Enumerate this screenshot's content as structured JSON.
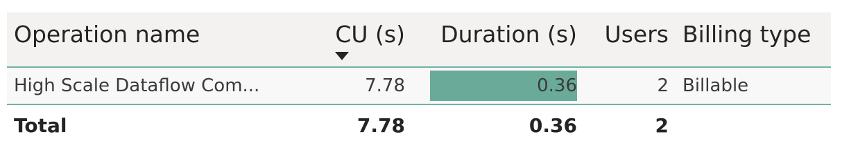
{
  "table": {
    "columns": [
      {
        "label": "Operation name"
      },
      {
        "label": "CU (s)",
        "sorted": "descending"
      },
      {
        "label": "Duration (s)"
      },
      {
        "label": "Users"
      },
      {
        "label": "Billing type"
      }
    ],
    "rows": [
      {
        "operation_name": "High Scale Dataflow Com...",
        "cu_s": "7.78",
        "duration_s": "0.36",
        "duration_fill_fraction": 1.0,
        "users": "2",
        "billing_type": "Billable"
      }
    ],
    "total": {
      "label": "Total",
      "cu_s": "7.78",
      "duration_s": "0.36",
      "users": "2"
    }
  },
  "colors": {
    "bar": "#6aaa98",
    "divider": "#6fb3a5"
  },
  "icons": {
    "sort": "sort-descending-icon"
  }
}
